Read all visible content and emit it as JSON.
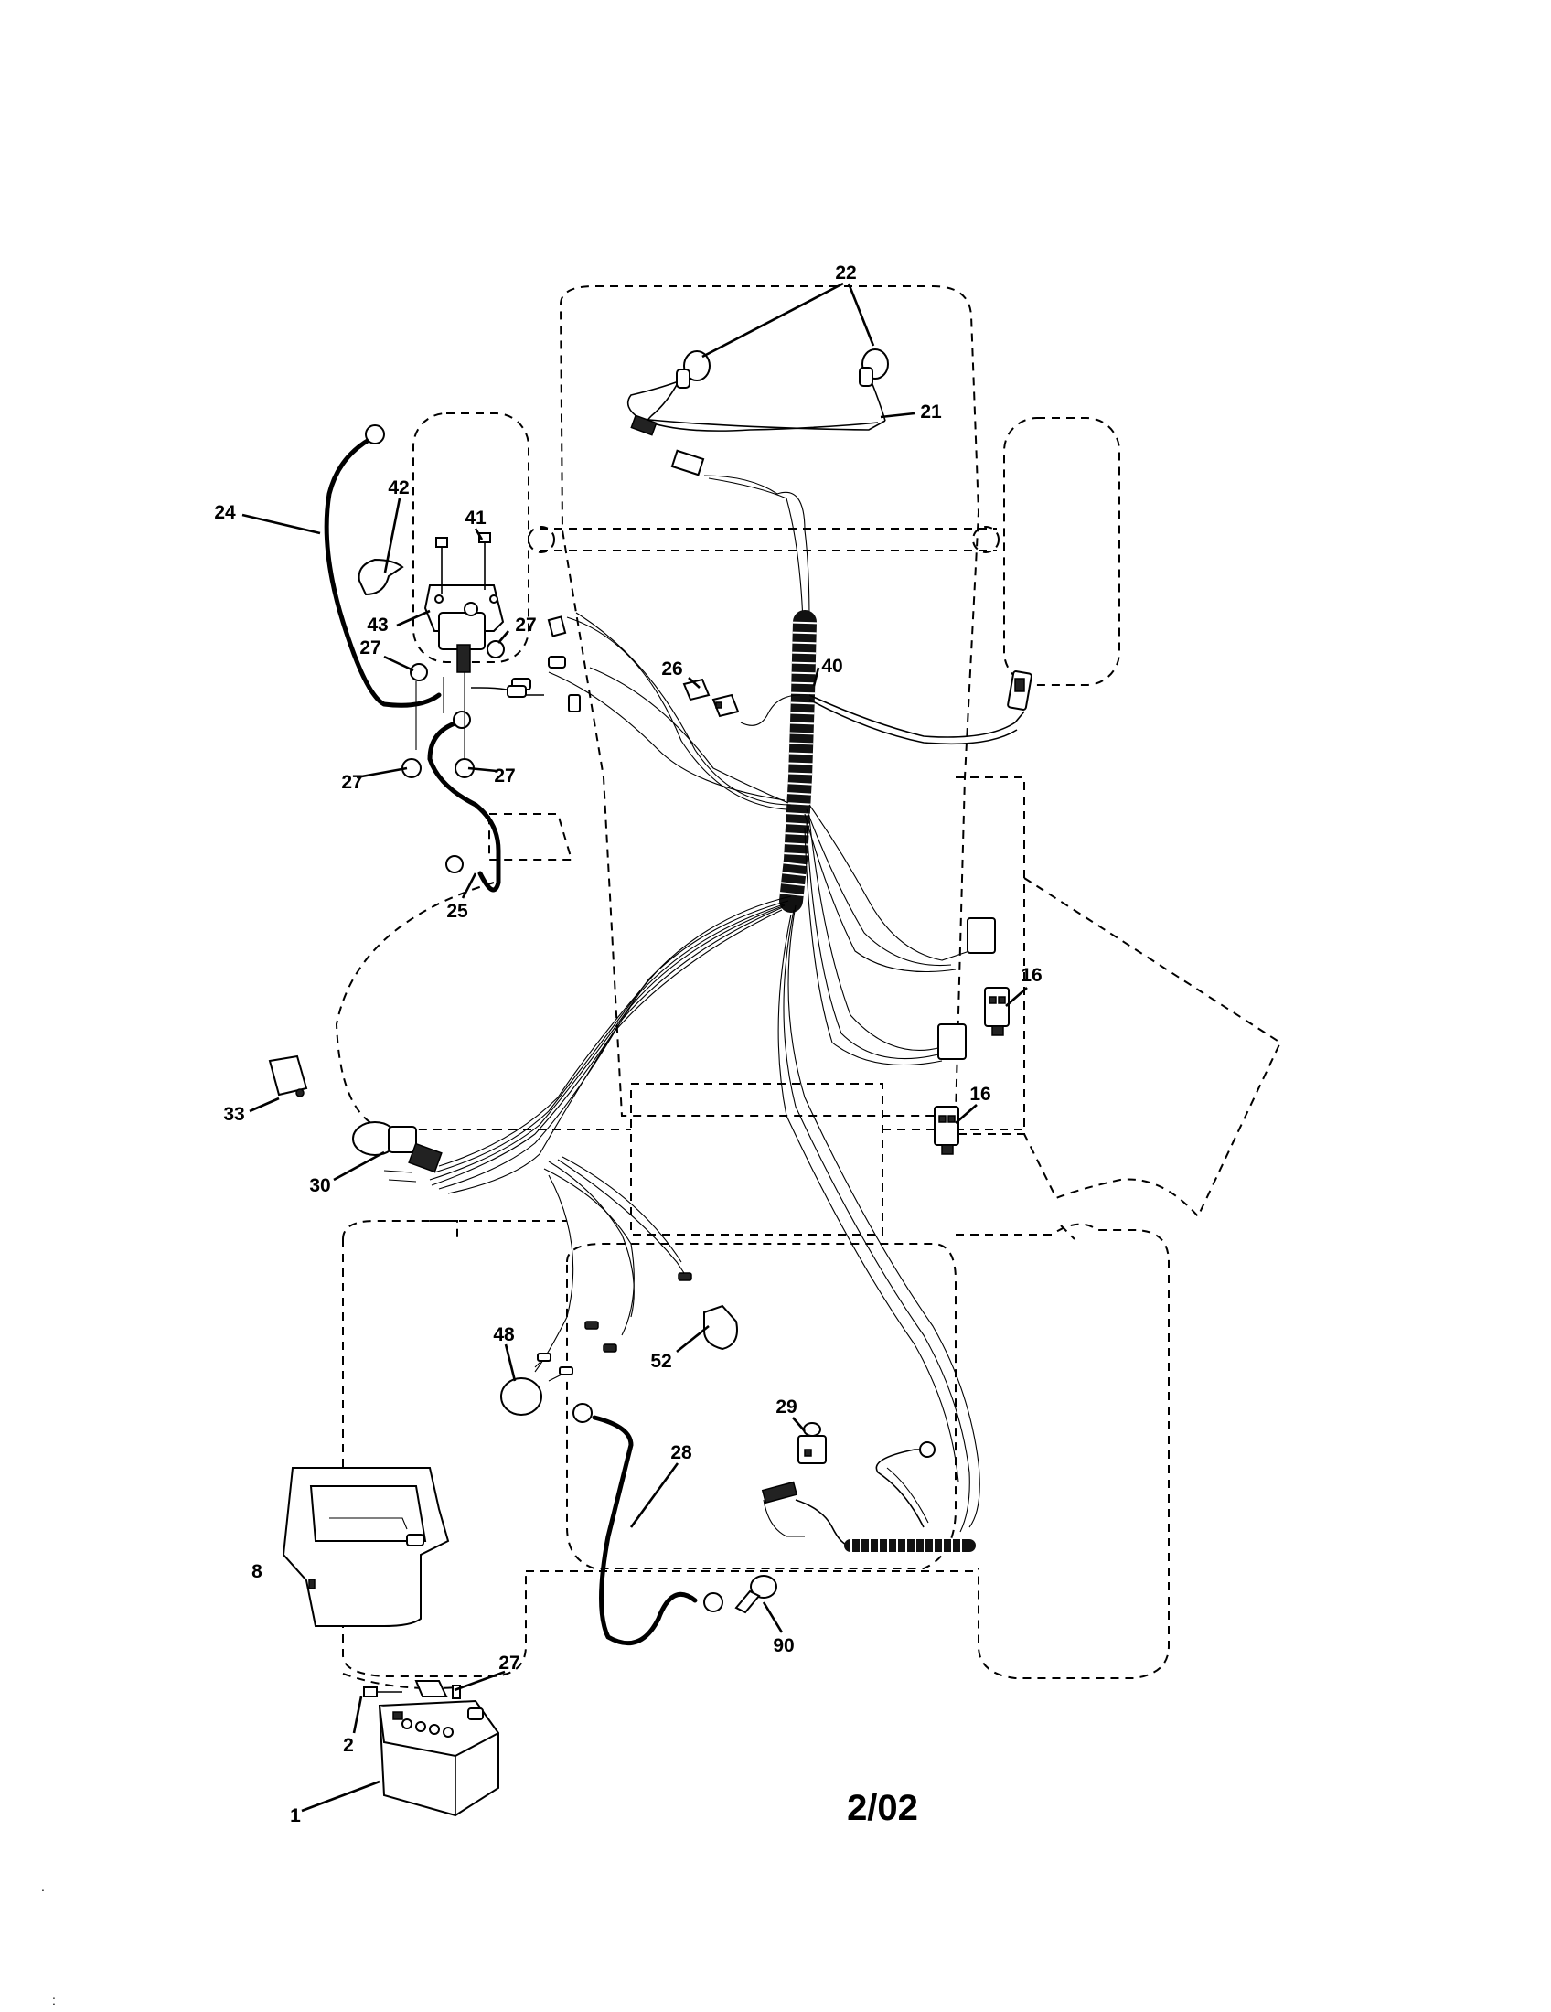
{
  "diagram": {
    "callouts": {
      "c1": "1",
      "c2": "2",
      "c8": "8",
      "c16a": "16",
      "c16b": "16",
      "c21": "21",
      "c22": "22",
      "c24": "24",
      "c25": "25",
      "c26": "26",
      "c27a": "27",
      "c27b": "27",
      "c27c": "27",
      "c27d": "27",
      "c27e": "27",
      "c28": "28",
      "c29": "29",
      "c30": "30",
      "c33": "33",
      "c40": "40",
      "c41": "41",
      "c42": "42",
      "c43": "43",
      "c48": "48",
      "c52": "52",
      "c90": "90"
    },
    "footer_date": "2/02",
    "corner_marks": {
      "dot": ".",
      "colon": ":"
    }
  }
}
